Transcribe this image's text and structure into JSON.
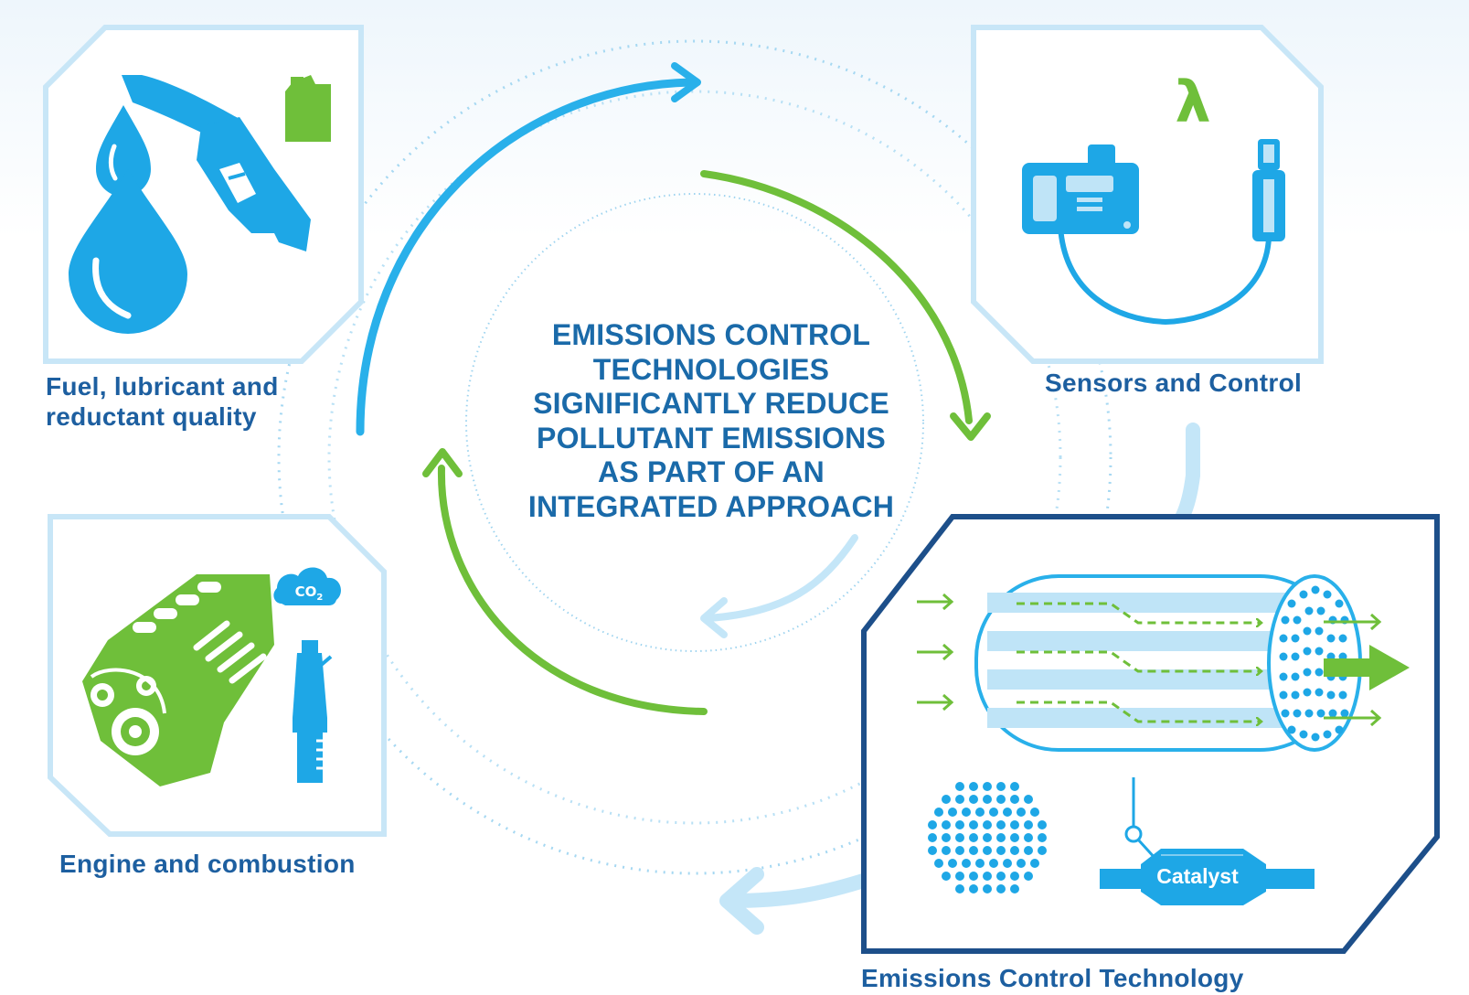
{
  "center": {
    "lines": [
      "EMISSIONS CONTROL",
      "TECHNOLOGIES",
      "SIGNIFICANTLY REDUCE",
      "POLLUTANT EMISSIONS",
      "AS PART OF AN",
      "INTEGRATED APPROACH"
    ]
  },
  "panels": {
    "fuel": {
      "label_line1": "Fuel, lubricant and",
      "label_line2": "reductant quality",
      "icons": [
        "fuel-drops-icon",
        "fuel-nozzle-icon",
        "oil-canister-icon"
      ]
    },
    "sensors": {
      "label": "Sensors and Control",
      "icons": [
        "lambda-icon",
        "control-unit-icon",
        "oxygen-sensor-icon"
      ]
    },
    "engine": {
      "label": "Engine and combustion",
      "co2_badge": "CO",
      "co2_sub": "2",
      "icons": [
        "engine-block-icon",
        "co2-cloud-icon",
        "spark-plug-icon"
      ]
    },
    "ect": {
      "label": "Emissions Control Technology",
      "catalyst_label": "Catalyst",
      "icons": [
        "substrate-channels-icon",
        "monolith-face-icon",
        "catalytic-converter-icon"
      ]
    }
  },
  "colors": {
    "blue": "#1ea7e6",
    "green": "#6fbf3a",
    "navy": "#1d4f8a",
    "light_blue": "#bfe4f7",
    "text_blue": "#1a6aa9"
  }
}
